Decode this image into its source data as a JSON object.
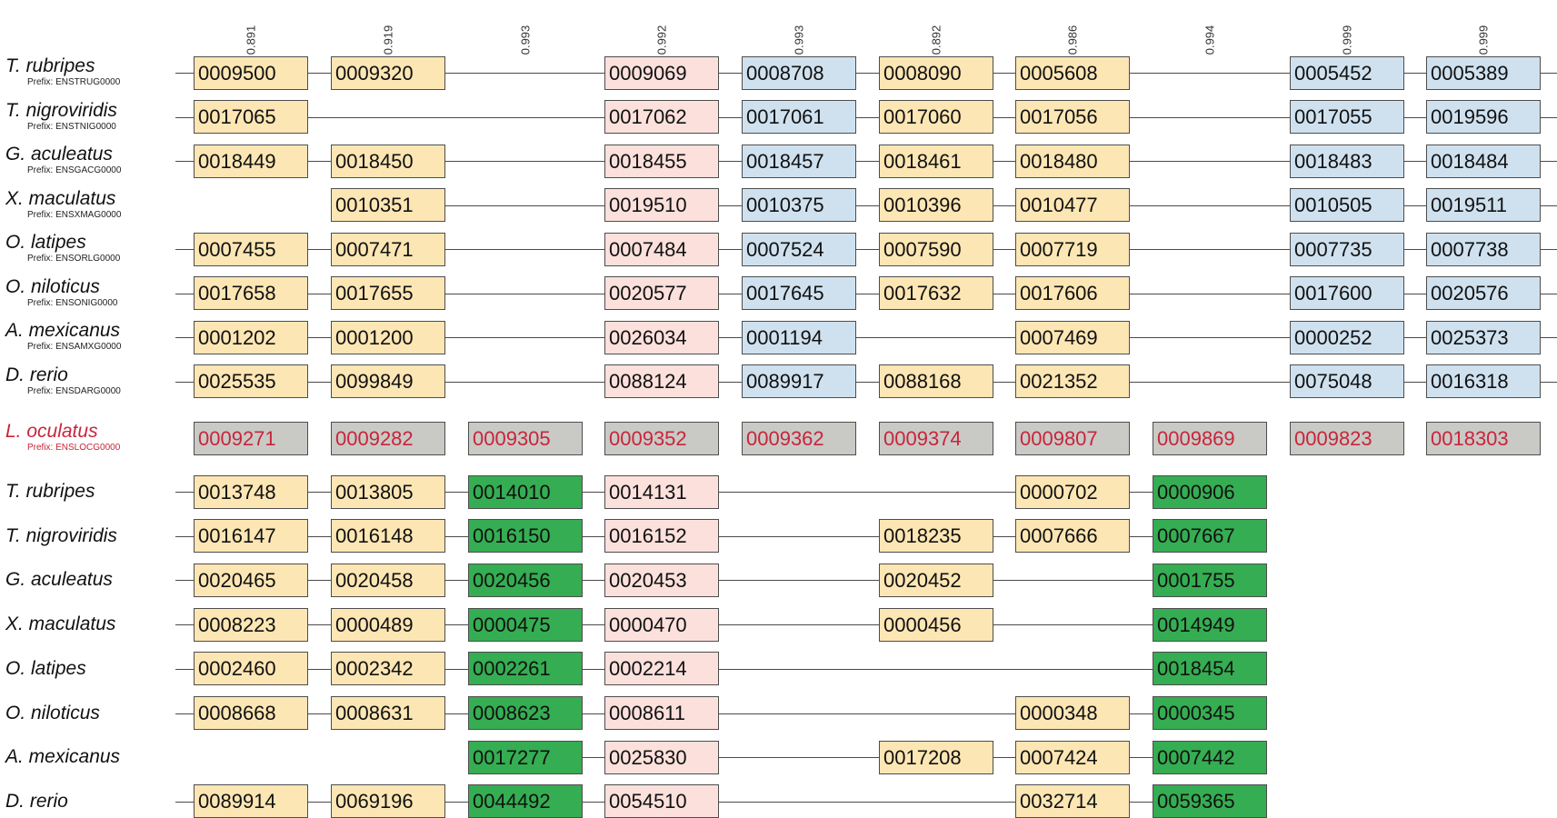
{
  "column_scores": [
    "0.891",
    "0.919",
    "0.993",
    "0.992",
    "0.993",
    "0.892",
    "0.986",
    "0.994",
    "0.999",
    "0.999"
  ],
  "colors": {
    "yellow": "#fce6b4",
    "pink": "#fbe0dc",
    "blue": "#cfe1ef",
    "green": "#35ad52",
    "reference_gray": "#c9c9c6",
    "reference_text": "#c8253a",
    "line": "#4a4a4a"
  },
  "upper_block": [
    {
      "species": "T. rubripes",
      "prefix": "Prefix: ENSTRUG0000",
      "genes": [
        {
          "col": 0,
          "id": "0009500",
          "color": "yellow"
        },
        {
          "col": 1,
          "id": "0009320",
          "color": "yellow"
        },
        {
          "col": 3,
          "id": "0009069",
          "color": "pink"
        },
        {
          "col": 4,
          "id": "0008708",
          "color": "blue"
        },
        {
          "col": 5,
          "id": "0008090",
          "color": "yellow"
        },
        {
          "col": 6,
          "id": "0005608",
          "color": "yellow"
        },
        {
          "col": 8,
          "id": "0005452",
          "color": "blue"
        },
        {
          "col": 9,
          "id": "0005389",
          "color": "blue"
        }
      ]
    },
    {
      "species": "T. nigroviridis",
      "prefix": "Prefix: ENSTNIG0000",
      "genes": [
        {
          "col": 0,
          "id": "0017065",
          "color": "yellow"
        },
        {
          "col": 3,
          "id": "0017062",
          "color": "pink"
        },
        {
          "col": 4,
          "id": "0017061",
          "color": "blue"
        },
        {
          "col": 5,
          "id": "0017060",
          "color": "yellow"
        },
        {
          "col": 6,
          "id": "0017056",
          "color": "yellow"
        },
        {
          "col": 8,
          "id": "0017055",
          "color": "blue"
        },
        {
          "col": 9,
          "id": "0019596",
          "color": "blue"
        }
      ]
    },
    {
      "species": "G. aculeatus",
      "prefix": "Prefix: ENSGACG0000",
      "genes": [
        {
          "col": 0,
          "id": "0018449",
          "color": "yellow"
        },
        {
          "col": 1,
          "id": "0018450",
          "color": "yellow"
        },
        {
          "col": 3,
          "id": "0018455",
          "color": "pink"
        },
        {
          "col": 4,
          "id": "0018457",
          "color": "blue"
        },
        {
          "col": 5,
          "id": "0018461",
          "color": "yellow"
        },
        {
          "col": 6,
          "id": "0018480",
          "color": "yellow"
        },
        {
          "col": 8,
          "id": "0018483",
          "color": "blue"
        },
        {
          "col": 9,
          "id": "0018484",
          "color": "blue"
        }
      ]
    },
    {
      "species": "X. maculatus",
      "prefix": "Prefix: ENSXMAG0000",
      "genes": [
        {
          "col": 1,
          "id": "0010351",
          "color": "yellow"
        },
        {
          "col": 3,
          "id": "0019510",
          "color": "pink"
        },
        {
          "col": 4,
          "id": "0010375",
          "color": "blue"
        },
        {
          "col": 5,
          "id": "0010396",
          "color": "yellow"
        },
        {
          "col": 6,
          "id": "0010477",
          "color": "yellow"
        },
        {
          "col": 8,
          "id": "0010505",
          "color": "blue"
        },
        {
          "col": 9,
          "id": "0019511",
          "color": "blue"
        }
      ]
    },
    {
      "species": "O. latipes",
      "prefix": "Prefix: ENSORLG0000",
      "genes": [
        {
          "col": 0,
          "id": "0007455",
          "color": "yellow"
        },
        {
          "col": 1,
          "id": "0007471",
          "color": "yellow"
        },
        {
          "col": 3,
          "id": "0007484",
          "color": "pink"
        },
        {
          "col": 4,
          "id": "0007524",
          "color": "blue"
        },
        {
          "col": 5,
          "id": "0007590",
          "color": "yellow"
        },
        {
          "col": 6,
          "id": "0007719",
          "color": "yellow"
        },
        {
          "col": 8,
          "id": "0007735",
          "color": "blue"
        },
        {
          "col": 9,
          "id": "0007738",
          "color": "blue"
        }
      ]
    },
    {
      "species": "O. niloticus",
      "prefix": "Prefix: ENSONIG0000",
      "genes": [
        {
          "col": 0,
          "id": "0017658",
          "color": "yellow"
        },
        {
          "col": 1,
          "id": "0017655",
          "color": "yellow"
        },
        {
          "col": 3,
          "id": "0020577",
          "color": "pink"
        },
        {
          "col": 4,
          "id": "0017645",
          "color": "blue"
        },
        {
          "col": 5,
          "id": "0017632",
          "color": "yellow"
        },
        {
          "col": 6,
          "id": "0017606",
          "color": "yellow"
        },
        {
          "col": 8,
          "id": "0017600",
          "color": "blue"
        },
        {
          "col": 9,
          "id": "0020576",
          "color": "blue"
        }
      ]
    },
    {
      "species": "A. mexicanus",
      "prefix": "Prefix: ENSAMXG0000",
      "genes": [
        {
          "col": 0,
          "id": "0001202",
          "color": "yellow"
        },
        {
          "col": 1,
          "id": "0001200",
          "color": "yellow"
        },
        {
          "col": 3,
          "id": "0026034",
          "color": "pink"
        },
        {
          "col": 4,
          "id": "0001194",
          "color": "blue"
        },
        {
          "col": 6,
          "id": "0007469",
          "color": "yellow"
        },
        {
          "col": 8,
          "id": "0000252",
          "color": "blue"
        },
        {
          "col": 9,
          "id": "0025373",
          "color": "blue"
        }
      ]
    },
    {
      "species": "D. rerio",
      "prefix": "Prefix: ENSDARG0000",
      "genes": [
        {
          "col": 0,
          "id": "0025535",
          "color": "yellow"
        },
        {
          "col": 1,
          "id": "0099849",
          "color": "yellow"
        },
        {
          "col": 3,
          "id": "0088124",
          "color": "pink"
        },
        {
          "col": 4,
          "id": "0089917",
          "color": "blue"
        },
        {
          "col": 5,
          "id": "0088168",
          "color": "yellow"
        },
        {
          "col": 6,
          "id": "0021352",
          "color": "yellow"
        },
        {
          "col": 8,
          "id": "0075048",
          "color": "blue"
        },
        {
          "col": 9,
          "id": "0016318",
          "color": "blue"
        }
      ]
    }
  ],
  "reference": {
    "species": "L. oculatus",
    "prefix": "Prefix: ENSLOCG0000",
    "genes": [
      {
        "col": 0,
        "id": "0009271"
      },
      {
        "col": 1,
        "id": "0009282"
      },
      {
        "col": 2,
        "id": "0009305"
      },
      {
        "col": 3,
        "id": "0009352"
      },
      {
        "col": 4,
        "id": "0009362"
      },
      {
        "col": 5,
        "id": "0009374"
      },
      {
        "col": 6,
        "id": "0009807"
      },
      {
        "col": 7,
        "id": "0009869"
      },
      {
        "col": 8,
        "id": "0009823"
      },
      {
        "col": 9,
        "id": "0018303"
      }
    ]
  },
  "lower_block": [
    {
      "species": "T. rubripes",
      "genes": [
        {
          "col": 0,
          "id": "0013748",
          "color": "yellow"
        },
        {
          "col": 1,
          "id": "0013805",
          "color": "yellow"
        },
        {
          "col": 2,
          "id": "0014010",
          "color": "green"
        },
        {
          "col": 3,
          "id": "0014131",
          "color": "pink"
        },
        {
          "col": 6,
          "id": "0000702",
          "color": "yellow"
        },
        {
          "col": 7,
          "id": "0000906",
          "color": "green"
        }
      ]
    },
    {
      "species": "T. nigroviridis",
      "genes": [
        {
          "col": 0,
          "id": "0016147",
          "color": "yellow"
        },
        {
          "col": 1,
          "id": "0016148",
          "color": "yellow"
        },
        {
          "col": 2,
          "id": "0016150",
          "color": "green"
        },
        {
          "col": 3,
          "id": "0016152",
          "color": "pink"
        },
        {
          "col": 5,
          "id": "0018235",
          "color": "yellow"
        },
        {
          "col": 6,
          "id": "0007666",
          "color": "yellow"
        },
        {
          "col": 7,
          "id": "0007667",
          "color": "green"
        }
      ]
    },
    {
      "species": "G. aculeatus",
      "genes": [
        {
          "col": 0,
          "id": "0020465",
          "color": "yellow"
        },
        {
          "col": 1,
          "id": "0020458",
          "color": "yellow"
        },
        {
          "col": 2,
          "id": "0020456",
          "color": "green"
        },
        {
          "col": 3,
          "id": "0020453",
          "color": "pink"
        },
        {
          "col": 5,
          "id": "0020452",
          "color": "yellow"
        },
        {
          "col": 7,
          "id": "0001755",
          "color": "green"
        }
      ]
    },
    {
      "species": "X. maculatus",
      "genes": [
        {
          "col": 0,
          "id": "0008223",
          "color": "yellow"
        },
        {
          "col": 1,
          "id": "0000489",
          "color": "yellow"
        },
        {
          "col": 2,
          "id": "0000475",
          "color": "green"
        },
        {
          "col": 3,
          "id": "0000470",
          "color": "pink"
        },
        {
          "col": 5,
          "id": "0000456",
          "color": "yellow"
        },
        {
          "col": 7,
          "id": "0014949",
          "color": "green"
        }
      ]
    },
    {
      "species": "O. latipes",
      "genes": [
        {
          "col": 0,
          "id": "0002460",
          "color": "yellow"
        },
        {
          "col": 1,
          "id": "0002342",
          "color": "yellow"
        },
        {
          "col": 2,
          "id": "0002261",
          "color": "green"
        },
        {
          "col": 3,
          "id": "0002214",
          "color": "pink"
        },
        {
          "col": 7,
          "id": "0018454",
          "color": "green"
        }
      ]
    },
    {
      "species": "O. niloticus",
      "genes": [
        {
          "col": 0,
          "id": "0008668",
          "color": "yellow"
        },
        {
          "col": 1,
          "id": "0008631",
          "color": "yellow"
        },
        {
          "col": 2,
          "id": "0008623",
          "color": "green"
        },
        {
          "col": 3,
          "id": "0008611",
          "color": "pink"
        },
        {
          "col": 6,
          "id": "0000348",
          "color": "yellow"
        },
        {
          "col": 7,
          "id": "0000345",
          "color": "green"
        }
      ]
    },
    {
      "species": "A. mexicanus",
      "genes": [
        {
          "col": 2,
          "id": "0017277",
          "color": "green"
        },
        {
          "col": 3,
          "id": "0025830",
          "color": "pink"
        },
        {
          "col": 5,
          "id": "0017208",
          "color": "yellow"
        },
        {
          "col": 6,
          "id": "0007424",
          "color": "yellow"
        },
        {
          "col": 7,
          "id": "0007442",
          "color": "green"
        }
      ]
    },
    {
      "species": "D. rerio",
      "genes": [
        {
          "col": 0,
          "id": "0089914",
          "color": "yellow"
        },
        {
          "col": 1,
          "id": "0069196",
          "color": "yellow"
        },
        {
          "col": 2,
          "id": "0044492",
          "color": "green"
        },
        {
          "col": 3,
          "id": "0054510",
          "color": "pink"
        },
        {
          "col": 6,
          "id": "0032714",
          "color": "yellow"
        },
        {
          "col": 7,
          "id": "0059365",
          "color": "green"
        }
      ]
    }
  ]
}
